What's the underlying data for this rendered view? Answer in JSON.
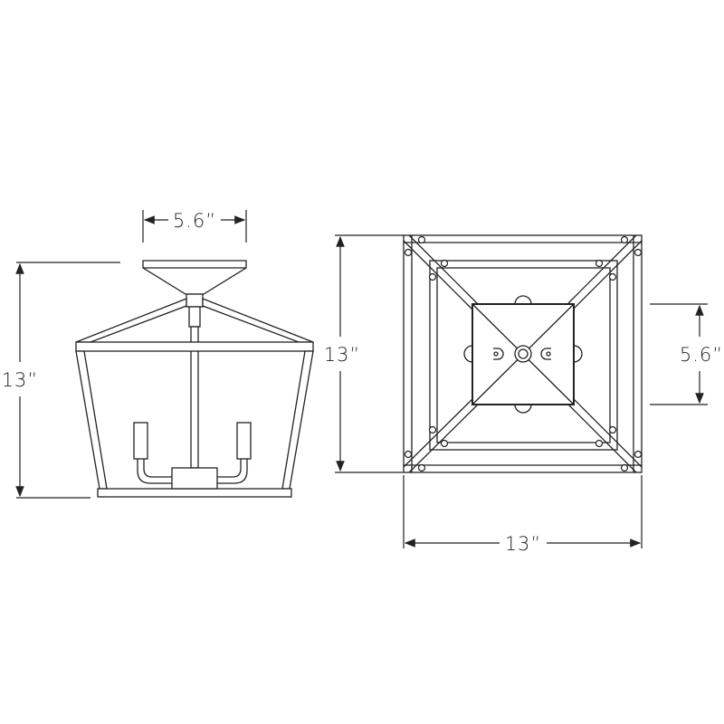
{
  "side_view": {
    "width_label": "5.6”",
    "height_label": "13”"
  },
  "top_view": {
    "height_label": "13”",
    "canopy_label": "5.6”",
    "width_label": "13”"
  },
  "colors": {
    "line": "#222222",
    "background": "#ffffff"
  }
}
